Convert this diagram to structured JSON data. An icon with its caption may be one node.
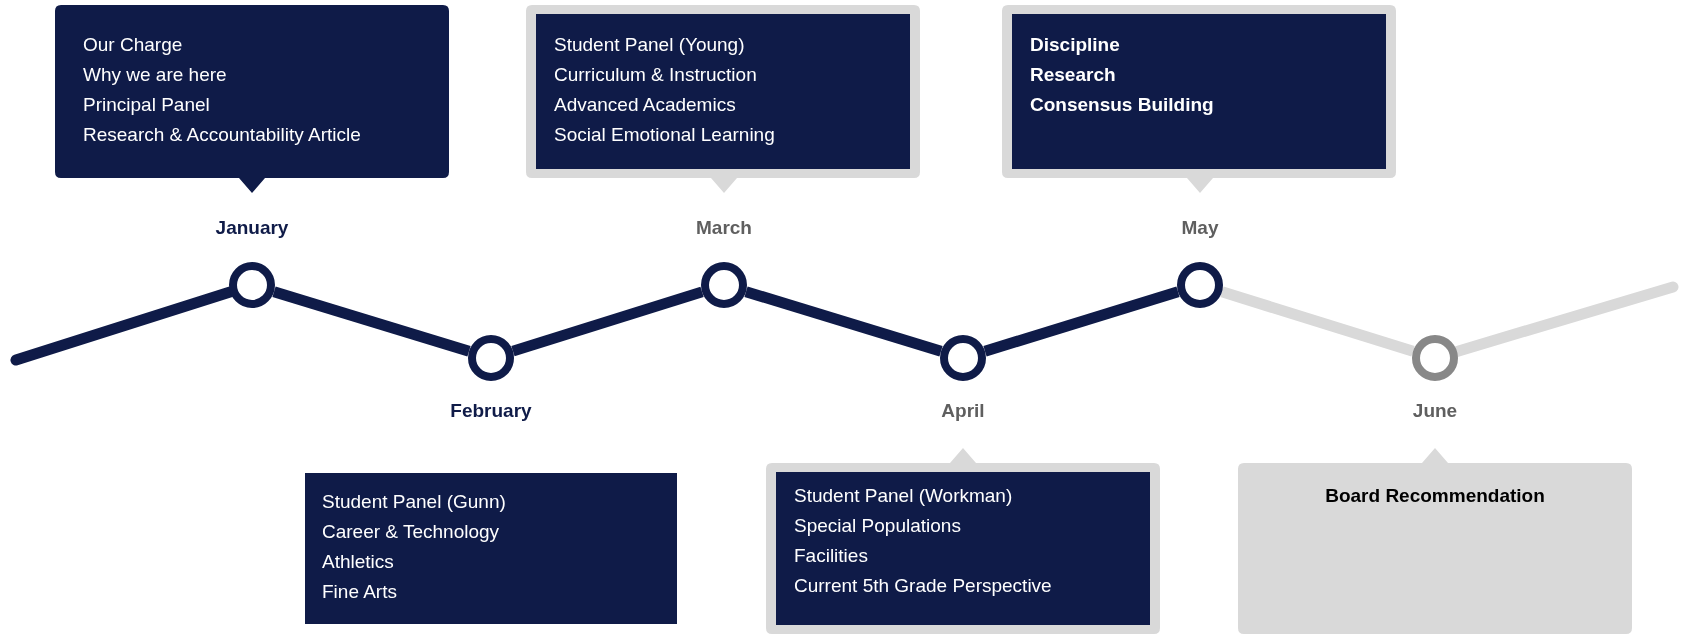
{
  "diagram": {
    "nodes": [
      {
        "text": [
          "Our Charge",
          "Why we are here",
          "Principal Panel",
          "Research & Accountability Article"
        ]
      },
      {
        "text": [
          "Student Panel (Young)",
          "Curriculum & Instruction",
          "Advanced Academics",
          "Social Emotional Learning"
        ]
      },
      {
        "text": [
          "Discipline",
          "Research",
          "Consensus Building"
        ]
      },
      {
        "text": [],
        "shape": "circle",
        "beside": [
          "January"
        ]
      },
      {
        "text": [],
        "shape": "circle",
        "beside": [
          "February"
        ]
      },
      {
        "text": [],
        "shape": "circle",
        "beside": [
          "March"
        ]
      },
      {
        "text": [],
        "shape": "circle",
        "beside": [
          "April"
        ]
      },
      {
        "text": [],
        "shape": "circle",
        "beside": [
          "May"
        ]
      },
      {
        "text": [],
        "shape": "circle",
        "beside": [
          "June"
        ]
      },
      {
        "text": [
          "Student Panel (Gunn)",
          "Career & Technology",
          "Athletics",
          "Fine Arts"
        ]
      },
      {
        "text": [
          "Student Panel (Workman)",
          "Special Populations",
          "Facilities",
          "Current 5th Grade Perspective"
        ]
      },
      {
        "text": [
          "Board Recommendation"
        ]
      }
    ],
    "edges": [
      {
        "from": null,
        "to": 3,
        "arrow": "none"
      },
      {
        "from": 3,
        "to": 4,
        "arrow": "none"
      },
      {
        "from": 4,
        "to": 5,
        "arrow": "none"
      },
      {
        "from": 5,
        "to": 6,
        "arrow": "none"
      },
      {
        "from": 6,
        "to": 7,
        "arrow": "none"
      },
      {
        "from": 7,
        "to": 8,
        "arrow": "none",
        "color": "#d9d9d9"
      },
      {
        "from": 8,
        "to": null,
        "arrow": "none",
        "color": "#d9d9d9"
      }
    ]
  }
}
